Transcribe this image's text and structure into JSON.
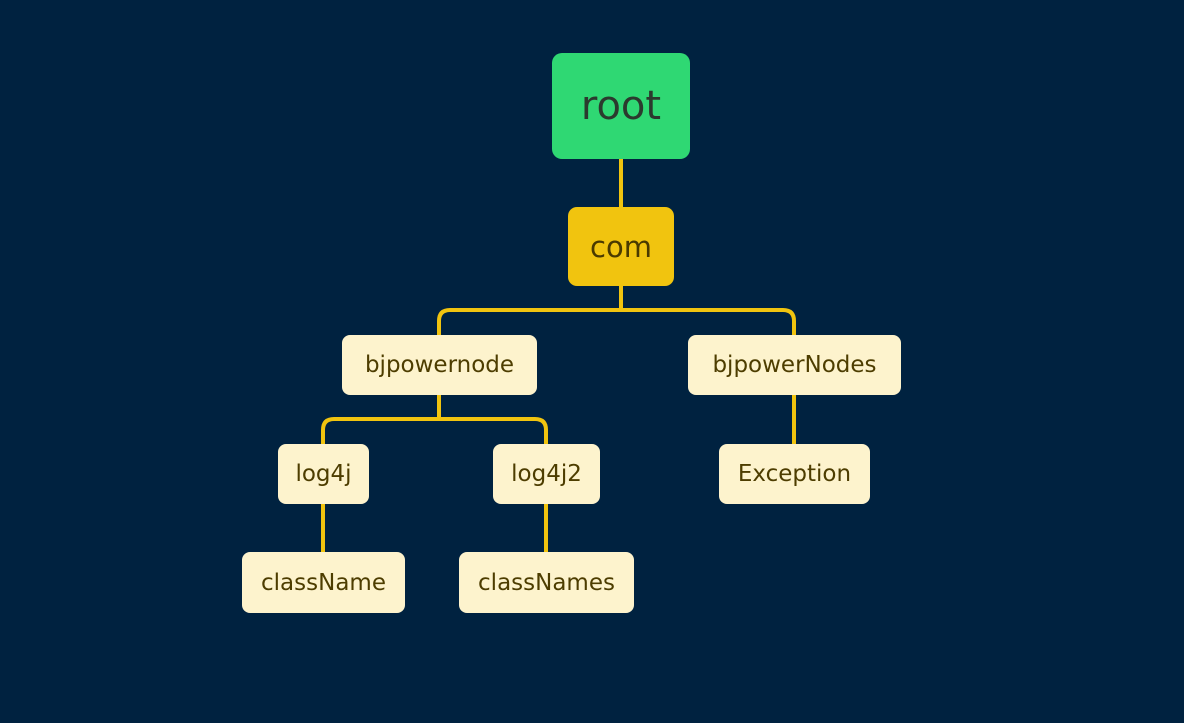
{
  "diagram": {
    "root": {
      "label": "root"
    },
    "level1": {
      "label": "com"
    },
    "level2": {
      "left": {
        "label": "bjpowernode"
      },
      "right": {
        "label": "bjpowerNodes"
      }
    },
    "level3": {
      "log4j": {
        "label": "log4j"
      },
      "log4j2": {
        "label": "log4j2"
      },
      "exception": {
        "label": "Exception"
      }
    },
    "level4": {
      "classname": {
        "label": "className"
      },
      "classnames": {
        "label": "classNames"
      }
    }
  },
  "colors": {
    "background": "#002240",
    "connector": "#f1c40f",
    "root_fill": "#2fd873",
    "com_fill": "#f1c40f",
    "leaf_fill": "#fdf3cd"
  }
}
